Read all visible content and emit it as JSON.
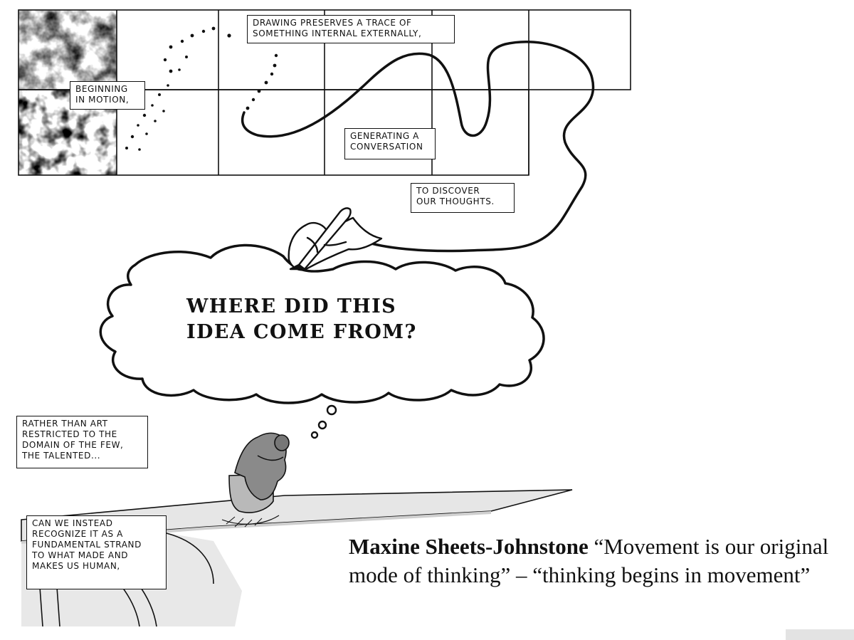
{
  "captions": {
    "drawing_preserves": "DRAWING PRESERVES A TRACE OF\nSOMETHING INTERNAL EXTERNALLY,",
    "beginning": "BEGINNING\nIN MOTION,",
    "generating": "GENERATING A\nCONVERSATION",
    "discover": "TO DISCOVER\nOUR THOUGHTS.",
    "rather_than": "RATHER THAN ART\nRESTRICTED TO THE\nDOMAIN OF THE FEW,\nTHE TALENTED...",
    "can_we": "CAN WE INSTEAD\nRECOGNIZE IT AS A\nFUNDAMENTAL STRAND\nTO WHAT MADE AND\nMAKES US HUMAN,"
  },
  "thought_bubble": {
    "text": "WHERE DID THIS\nIDEA COME FROM?"
  },
  "quote": {
    "author": "Maxine Sheets-Johnstone",
    "text": " “Movement is our original mode of thinking” – “thinking begins in movement”"
  },
  "illustration": {
    "sculpture": "thinker-statue",
    "hand": "hand-holding-pen"
  }
}
